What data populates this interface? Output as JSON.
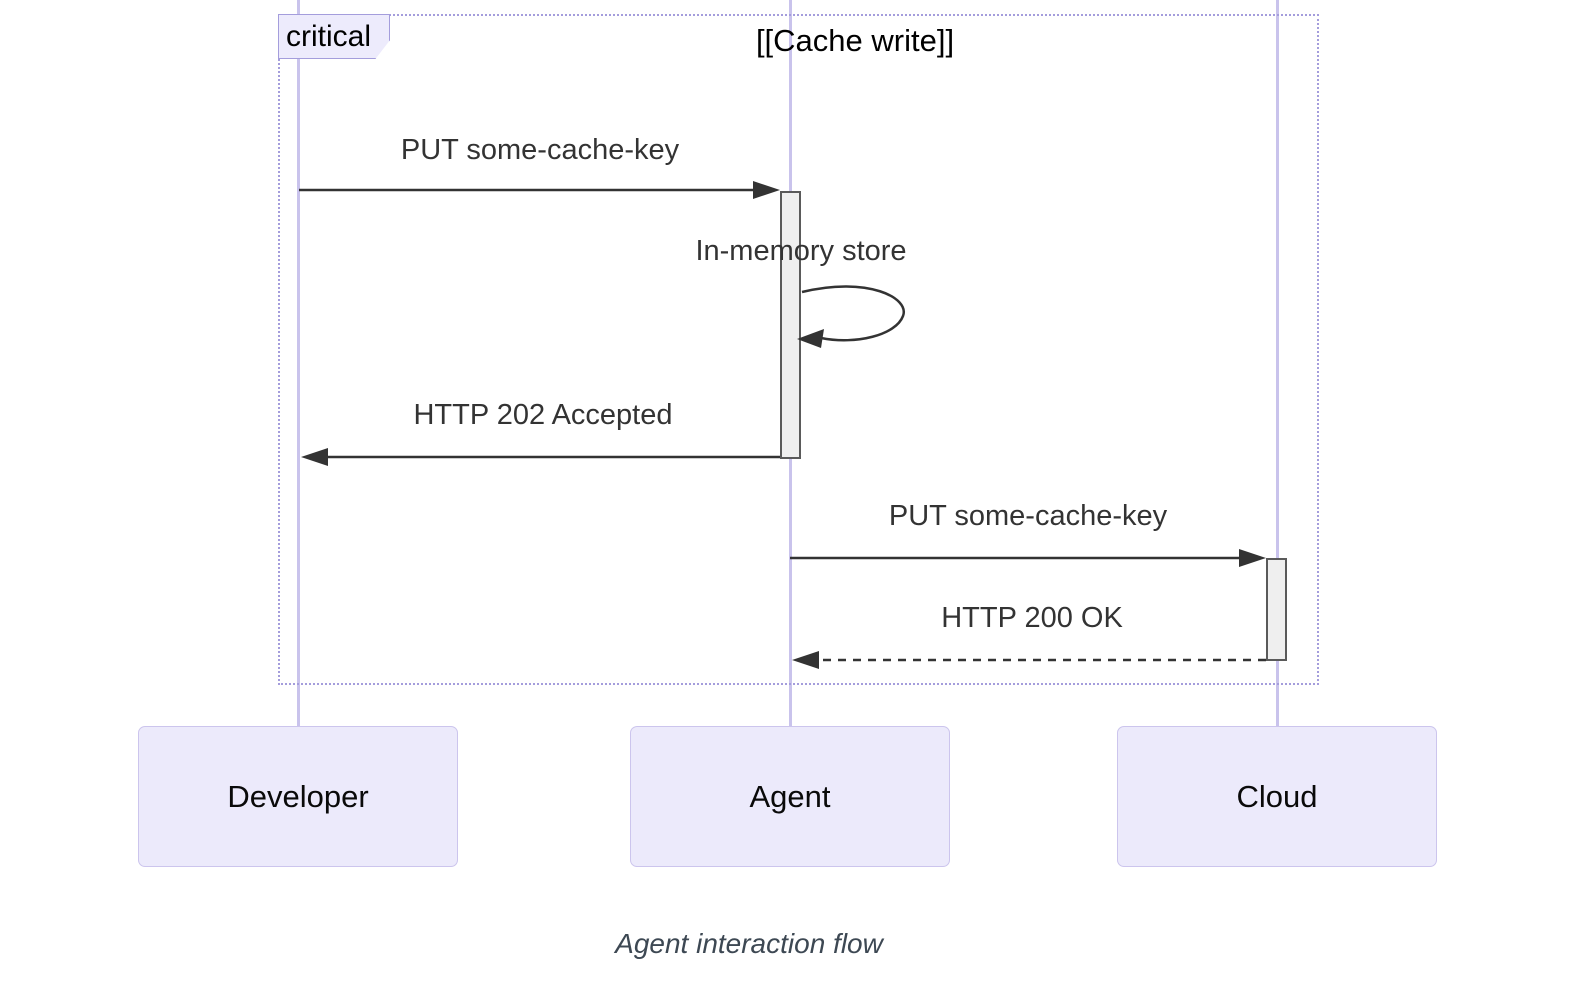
{
  "diagram": {
    "type": "sequence-diagram",
    "caption": "Agent interaction flow",
    "region": {
      "kind": "critical",
      "label": "critical",
      "title": "[[Cache write]]"
    },
    "actors": [
      {
        "id": "developer",
        "label": "Developer"
      },
      {
        "id": "agent",
        "label": "Agent"
      },
      {
        "id": "cloud",
        "label": "Cloud"
      }
    ],
    "messages": [
      {
        "from": "Developer",
        "to": "Agent",
        "text": "PUT some-cache-key",
        "line": "solid",
        "kind": "request"
      },
      {
        "from": "Agent",
        "to": "Agent",
        "text": "In-memory store",
        "line": "solid",
        "kind": "self-loop"
      },
      {
        "from": "Agent",
        "to": "Developer",
        "text": "HTTP 202 Accepted",
        "line": "solid",
        "kind": "response"
      },
      {
        "from": "Agent",
        "to": "Cloud",
        "text": "PUT some-cache-key",
        "line": "solid",
        "kind": "request"
      },
      {
        "from": "Cloud",
        "to": "Agent",
        "text": "HTTP 200 OK",
        "line": "dashed",
        "kind": "response"
      }
    ],
    "colors": {
      "actor_fill": "#ECEAFB",
      "actor_border": "#CCC5ED",
      "lifeline": "#C9C3EC",
      "region_border": "#A49DDC",
      "label_fill": "#EDEBFC",
      "activation_fill": "#EFEFEF",
      "activation_border": "#5a5a5a",
      "arrow": "#333333",
      "text": "#333333",
      "caption": "#3d4853"
    }
  }
}
